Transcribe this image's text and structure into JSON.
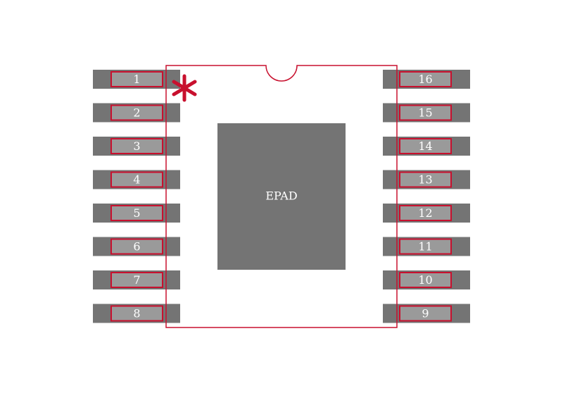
{
  "colors": {
    "pad_fill": "#747474",
    "pin_fill": "#9a9a9a",
    "outline": "#c8102e",
    "pin_text": "#ffffff",
    "epad_text": "#ffffff",
    "background": "#ffffff"
  },
  "epad": {
    "label": "EPAD"
  },
  "marker": {
    "symbol": "*"
  },
  "pins": {
    "left": [
      "1",
      "2",
      "3",
      "4",
      "5",
      "6",
      "7",
      "8"
    ],
    "right": [
      "16",
      "15",
      "14",
      "13",
      "12",
      "11",
      "10",
      "9"
    ]
  }
}
